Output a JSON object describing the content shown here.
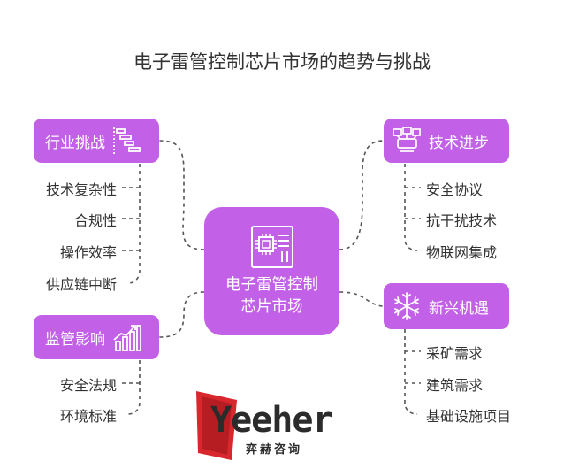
{
  "title": "电子雷管控制芯片市场的趋势与挑战",
  "center": {
    "label": "电子雷管控制芯片市场",
    "icon": "chip-icon"
  },
  "branches": {
    "industry_challenges": {
      "label": "行业挑战",
      "icon": "gantt-icon",
      "items": [
        "技术复杂性",
        "合规性",
        "操作效率",
        "供应链中断"
      ]
    },
    "regulatory_impact": {
      "label": "监管影响",
      "icon": "growth-chart-icon",
      "items": [
        "安全法规",
        "环境标准"
      ]
    },
    "tech_progress": {
      "label": "技术进步",
      "icon": "network-devices-icon",
      "items": [
        "安全协议",
        "抗干扰技术",
        "物联网集成"
      ]
    },
    "emerging_opportunities": {
      "label": "新兴机遇",
      "icon": "snowflake-icon",
      "items": [
        "采矿需求",
        "建筑需求",
        "基础设施项目"
      ]
    }
  },
  "logo": {
    "word": "Yeeher",
    "subtitle": "弈赫咨询"
  },
  "colors": {
    "node": "#c261e8",
    "text": "#333333",
    "logo_red": "#d8282e"
  }
}
